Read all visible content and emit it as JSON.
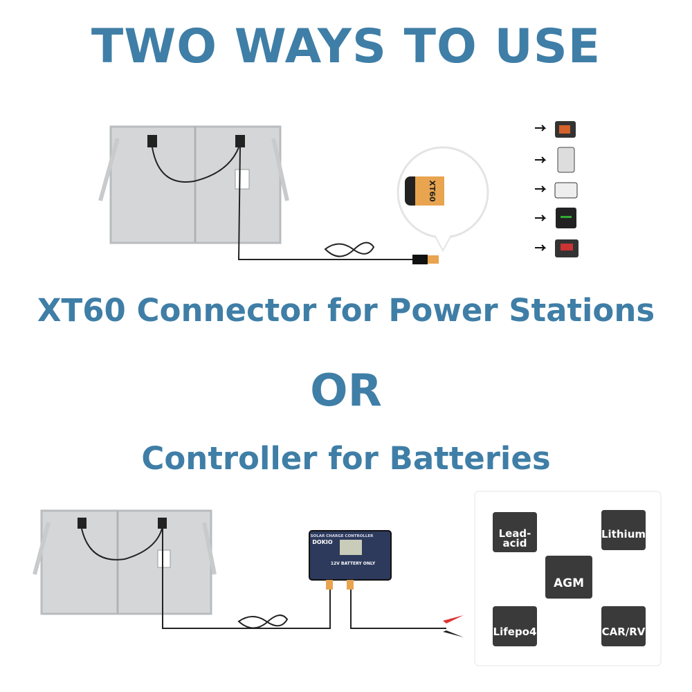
{
  "title": "TWO WAYS TO USE",
  "option1": "XT60 Connector for Power Stations",
  "separator": "OR",
  "option2": "Controller for Batteries",
  "xt60_label": "XT60",
  "controller": {
    "header": "SOLAR CHARGE CONTROLLER",
    "brand": "DOKIO",
    "battery_note": "12V BATTERY ONLY"
  },
  "batteries": [
    {
      "line1": "Lead-",
      "line2": "acid"
    },
    {
      "line1": "Lithium",
      "line2": ""
    },
    {
      "line1": "AGM",
      "line2": ""
    },
    {
      "line1": "Lifepo4",
      "line2": ""
    },
    {
      "line1": "CAR/RV",
      "line2": ""
    }
  ],
  "colors": {
    "accent": "#3f7ea6",
    "connector": "#e8a44f"
  }
}
